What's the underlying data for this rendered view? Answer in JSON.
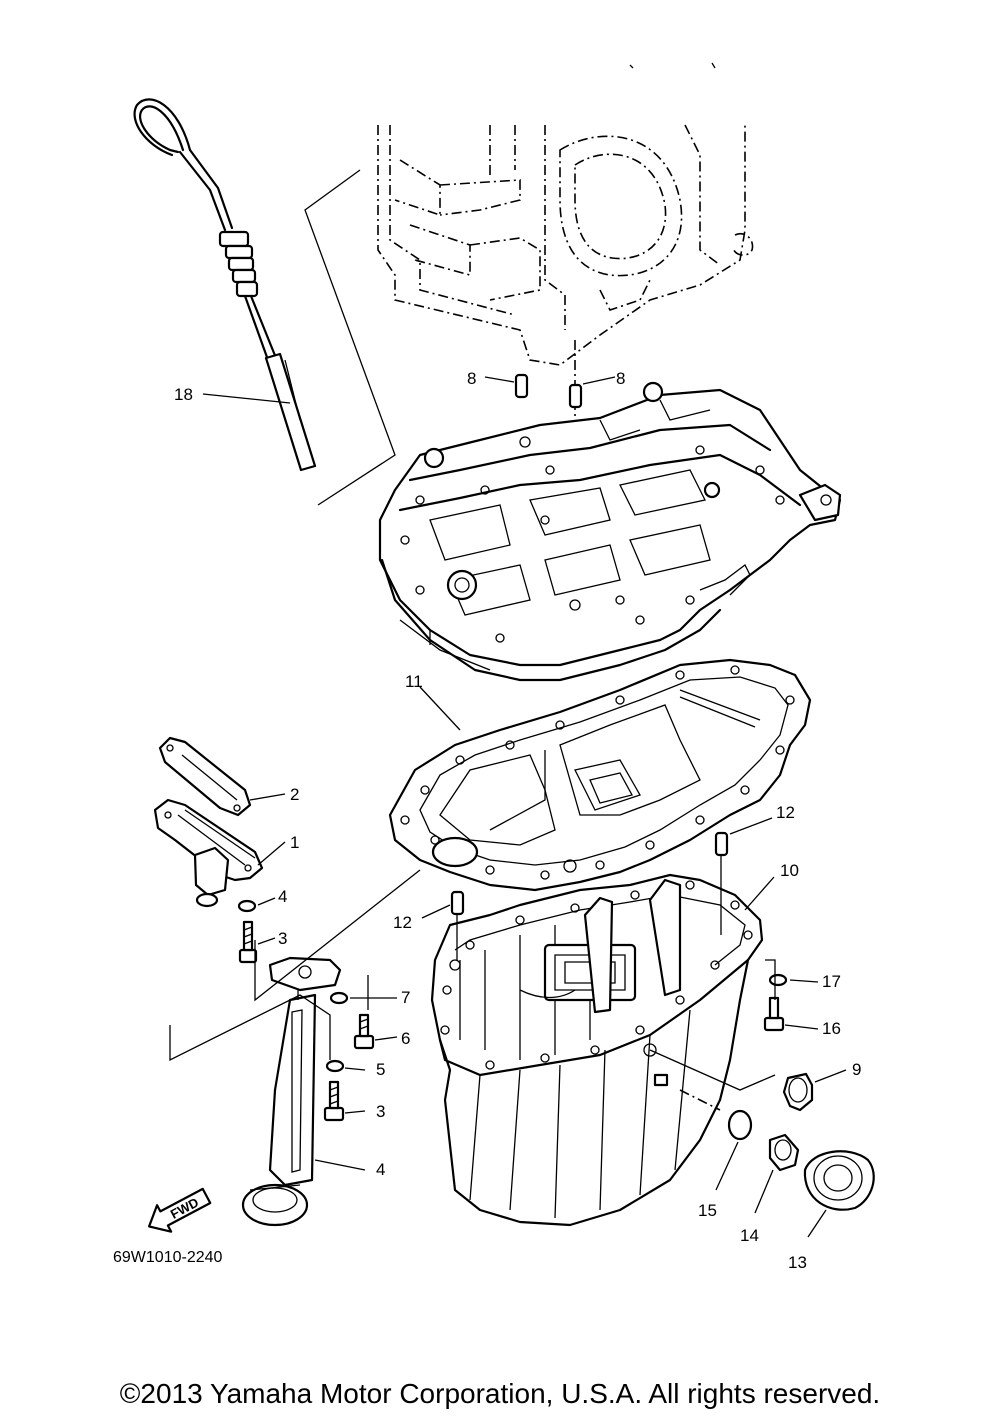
{
  "diagram": {
    "part_code": "69W1010-2240",
    "fwd_label": "FWD",
    "callouts": [
      {
        "id": "c1",
        "label": "1"
      },
      {
        "id": "c2",
        "label": "2"
      },
      {
        "id": "c3a",
        "label": "3"
      },
      {
        "id": "c3b",
        "label": "3"
      },
      {
        "id": "c4a",
        "label": "4"
      },
      {
        "id": "c4b",
        "label": "4"
      },
      {
        "id": "c5",
        "label": "5"
      },
      {
        "id": "c6",
        "label": "6"
      },
      {
        "id": "c7",
        "label": "7"
      },
      {
        "id": "c8a",
        "label": "8"
      },
      {
        "id": "c8b",
        "label": "8"
      },
      {
        "id": "c9",
        "label": "9"
      },
      {
        "id": "c10",
        "label": "10"
      },
      {
        "id": "c11",
        "label": "11"
      },
      {
        "id": "c12a",
        "label": "12"
      },
      {
        "id": "c12b",
        "label": "12"
      },
      {
        "id": "c13",
        "label": "13"
      },
      {
        "id": "c14",
        "label": "14"
      },
      {
        "id": "c15",
        "label": "15"
      },
      {
        "id": "c16",
        "label": "16"
      },
      {
        "id": "c17",
        "label": "17"
      },
      {
        "id": "c18",
        "label": "18"
      }
    ]
  },
  "footer": {
    "copyright": "©2013 Yamaha Motor Corporation, U.S.A. All rights reserved."
  }
}
